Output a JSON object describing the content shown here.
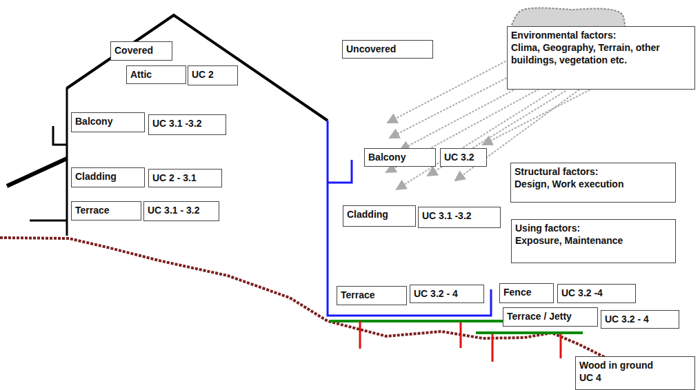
{
  "diagram": {
    "nodes": [
      {
        "text": [
          "Covered"
        ]
      },
      {
        "text": [
          "Uncovered"
        ]
      },
      {
        "text": [
          "Environmental factors:",
          "Clima, Geography, Terrain, other buildings, vegetation etc."
        ]
      },
      {
        "text": [
          "Attic"
        ]
      },
      {
        "text": [
          "UC 2"
        ]
      },
      {
        "text": [
          "Balcony"
        ]
      },
      {
        "text": [
          "UC 3.1 -3.2"
        ]
      },
      {
        "text": [
          "Balcony"
        ]
      },
      {
        "text": [
          "UC 3.2"
        ]
      },
      {
        "text": [
          "Structural factors:",
          "Design, Work execution"
        ]
      },
      {
        "text": [
          "Cladding"
        ]
      },
      {
        "text": [
          "UC 2 - 3.1"
        ]
      },
      {
        "text": [
          "Terrace"
        ]
      },
      {
        "text": [
          "UC 3.1 - 3.2"
        ]
      },
      {
        "text": [
          "Cladding"
        ]
      },
      {
        "text": [
          "UC 3.1 -3.2"
        ]
      },
      {
        "text": [
          "Using factors:",
          "Exposure, Maintenance"
        ]
      },
      {
        "text": [
          "Terrace"
        ]
      },
      {
        "text": [
          "UC 3.2 - 4"
        ]
      },
      {
        "text": [
          "Fence"
        ]
      },
      {
        "text": [
          "UC 3.2 -4"
        ]
      },
      {
        "text": [
          "Terrace / Jetty"
        ]
      },
      {
        "text": [
          "UC 3.2 - 4"
        ]
      },
      {
        "text": [
          "Wood in ground",
          "UC 4"
        ]
      }
    ]
  }
}
